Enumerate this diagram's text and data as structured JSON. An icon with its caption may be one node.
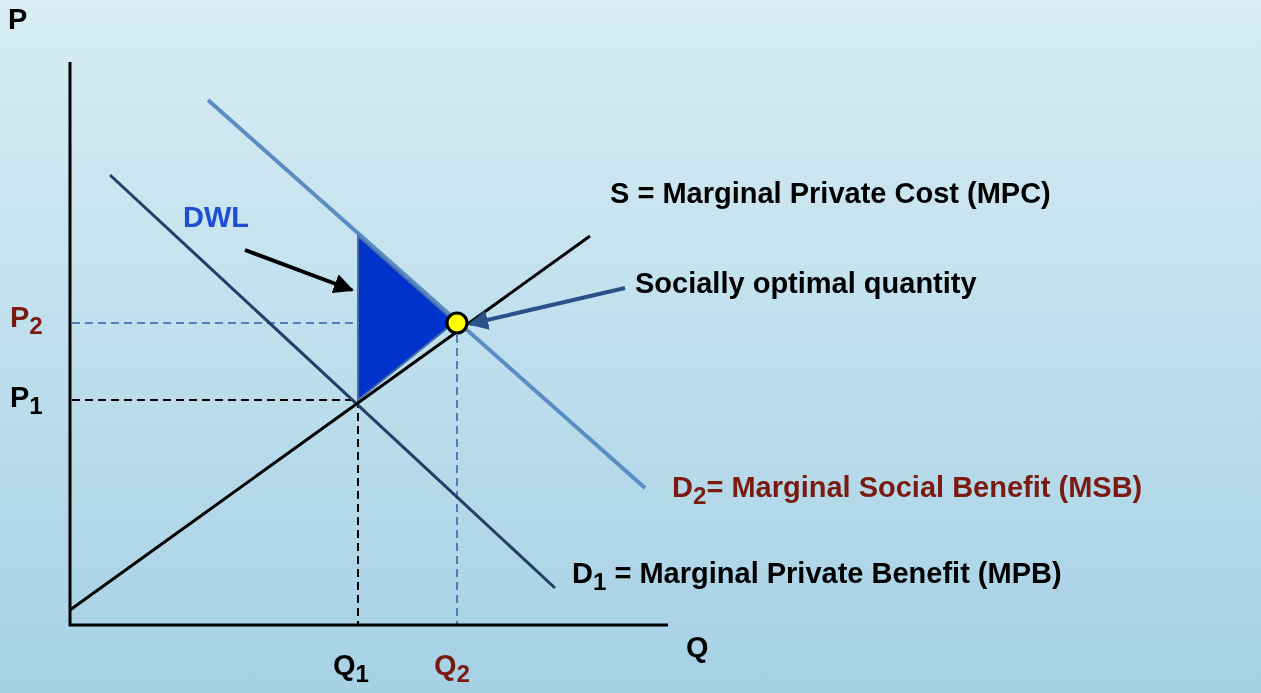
{
  "diagram": {
    "nodes": [
      {
        "text": [
          "DWL"
        ]
      },
      {
        "text": [],
        "shape": "triangle"
      },
      {
        "text": [
          "Socially optimal quantity"
        ]
      },
      {
        "text": [],
        "shape": "circle"
      }
    ],
    "edges": [
      {
        "from": 0,
        "to": 1,
        "arrow": "to"
      },
      {
        "from": 2,
        "to": 3,
        "arrow": "to",
        "color": "#2a5288"
      }
    ],
    "labels": [
      "P",
      "S = Marginal Private Cost (MPC)",
      "P$_{2}$",
      "P$_{1}$",
      "D$_{2}$= Marginal Social Benefit (MSB)",
      "D$_{1}$ = Marginal Private Benefit (MPB)",
      "Q",
      "Q$_{1}$",
      "Q$_{2}$"
    ]
  }
}
